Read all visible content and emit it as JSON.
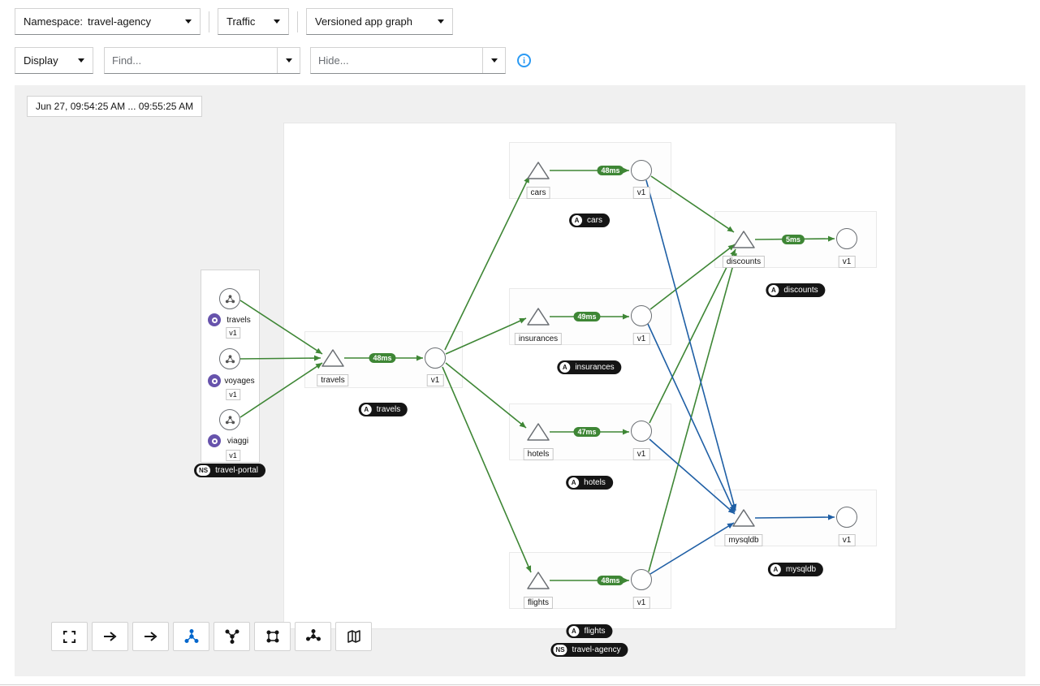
{
  "toolbar": {
    "namespace_label": "Namespace:",
    "namespace_value": "travel-agency",
    "traffic_label": "Traffic",
    "graph_type_label": "Versioned app graph",
    "display_label": "Display",
    "find_placeholder": "Find...",
    "hide_placeholder": "Hide..."
  },
  "graph": {
    "time_range": "Jun 27, 09:54:25 AM ... 09:55:25 AM",
    "ns_badge": "NS",
    "app_badge": "A",
    "portal_group": {
      "name": "travel-portal",
      "workloads": [
        {
          "name": "travels",
          "version": "v1"
        },
        {
          "name": "voyages",
          "version": "v1"
        },
        {
          "name": "viaggi",
          "version": "v1"
        }
      ]
    },
    "agency_group": {
      "name": "travel-agency",
      "apps": [
        {
          "name": "travels",
          "version": "v1",
          "latency": "48ms"
        },
        {
          "name": "cars",
          "version": "v1",
          "latency": "48ms"
        },
        {
          "name": "insurances",
          "version": "v1",
          "latency": "49ms"
        },
        {
          "name": "hotels",
          "version": "v1",
          "latency": "47ms"
        },
        {
          "name": "flights",
          "version": "v1",
          "latency": "48ms"
        },
        {
          "name": "discounts",
          "version": "v1",
          "latency": "5ms"
        },
        {
          "name": "mysqldb",
          "version": "v1"
        }
      ]
    }
  },
  "colors": {
    "edge_http": "#3e8635",
    "edge_tcp": "#1f5fa5",
    "badge_bg": "#151515",
    "workload_badge_purple": "#6753ac",
    "selected_icon_blue": "#0066cc",
    "info_blue": "#2b9af3",
    "canvas_bg": "#f0f0f0"
  }
}
